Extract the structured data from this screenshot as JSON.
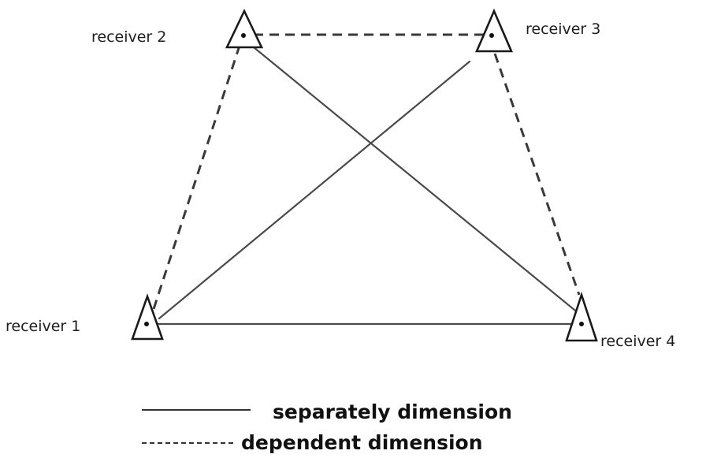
{
  "receivers": [
    {
      "id": "1",
      "label": "receiver 1"
    },
    {
      "id": "2",
      "label": "receiver 2"
    },
    {
      "id": "3",
      "label": "receiver 3"
    },
    {
      "id": "4",
      "label": "receiver 4"
    }
  ],
  "links": {
    "separately": [
      "1-4",
      "1-3",
      "2-4"
    ],
    "dependent": [
      "2-3",
      "1-2",
      "3-4"
    ]
  },
  "legend": {
    "solid_label": "separately dimension",
    "dashed_label": "dependent dimension"
  }
}
